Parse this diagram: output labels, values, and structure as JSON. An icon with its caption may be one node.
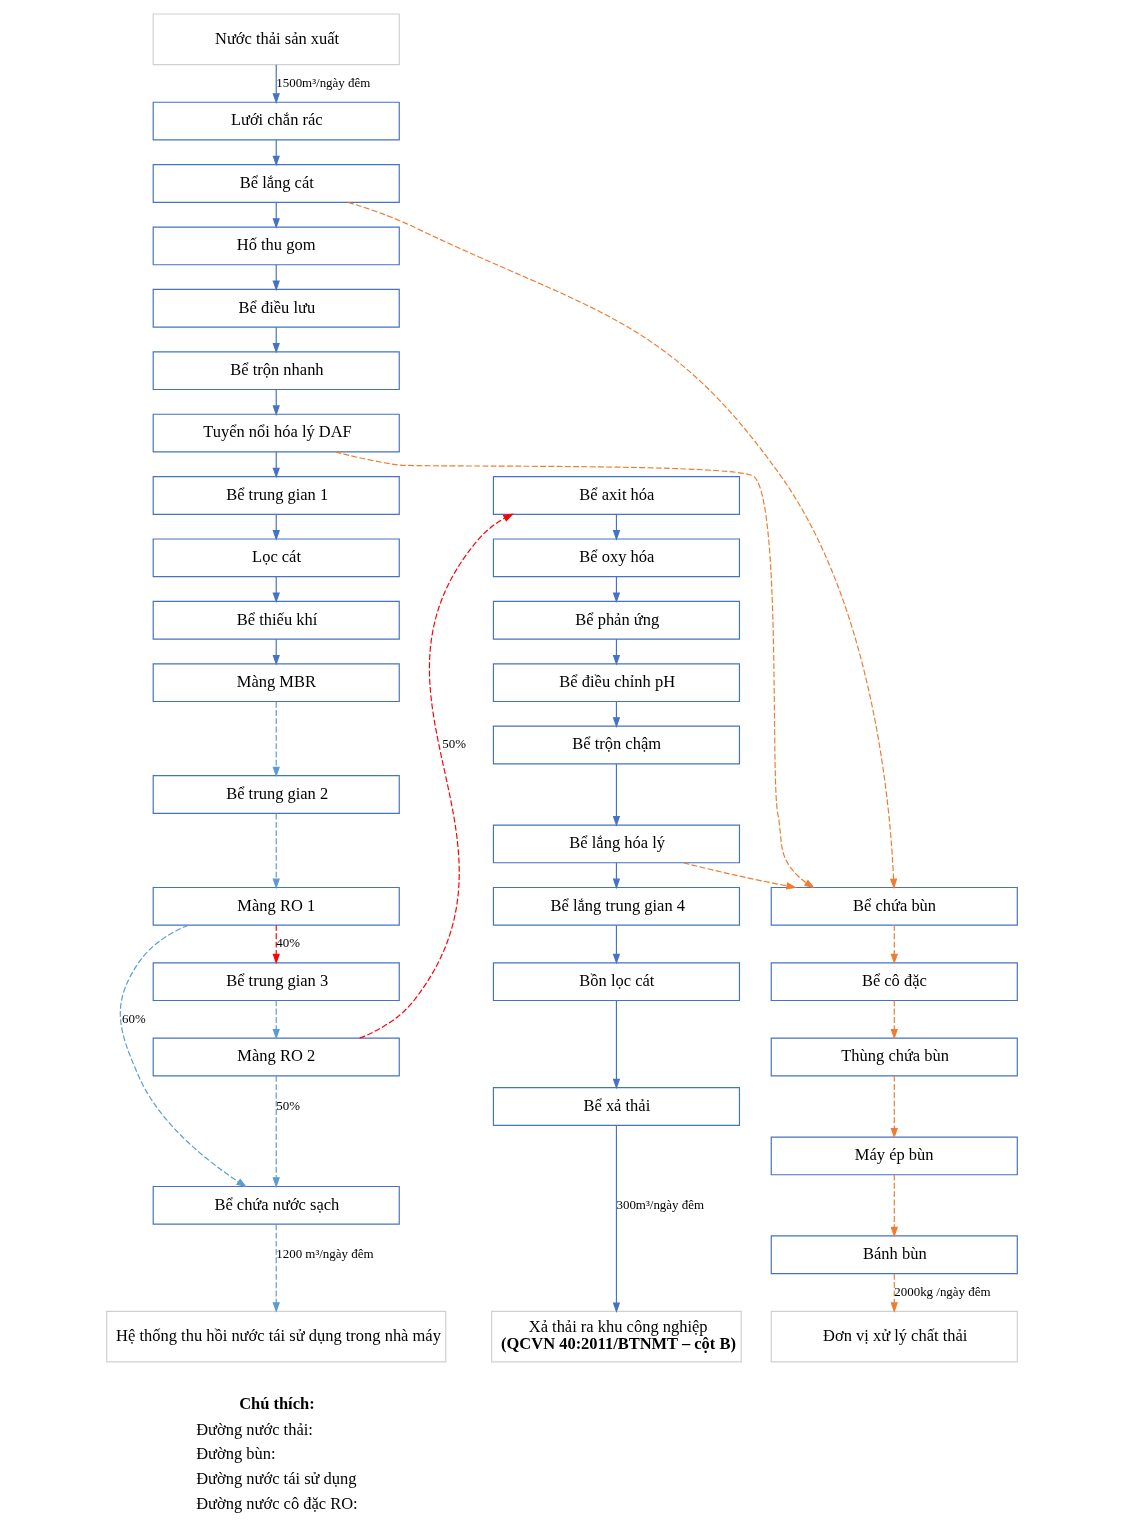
{
  "diagram": {
    "nodes": [
      {
        "text": [
          "Nước thải sản xuất"
        ]
      },
      {
        "text": [
          "Lưới chắn rác"
        ]
      },
      {
        "text": [
          "Bể lắng cát"
        ]
      },
      {
        "text": [
          "Hố thu gom"
        ]
      },
      {
        "text": [
          "Bể điều lưu"
        ]
      },
      {
        "text": [
          "Bể trộn nhanh"
        ]
      },
      {
        "text": [
          "Tuyển nổi hóa lý DAF"
        ]
      },
      {
        "text": [
          "Bể trung gian 1"
        ]
      },
      {
        "text": [
          "Lọc cát"
        ]
      },
      {
        "text": [
          "Bể thiếu khí"
        ]
      },
      {
        "text": [
          "Màng MBR"
        ]
      },
      {
        "text": [
          "Bể trung gian 2"
        ]
      },
      {
        "text": [
          "Màng RO 1"
        ]
      },
      {
        "text": [
          "Bể trung gian 3"
        ]
      },
      {
        "text": [
          "Màng RO 2"
        ]
      },
      {
        "text": [
          "Bể chứa nước sạch"
        ]
      },
      {
        "text": [
          "Hệ thống thu hồi nước tái sử dụng trong nhà máy"
        ]
      },
      {
        "text": [
          "Bể axit hóa"
        ]
      },
      {
        "text": [
          "Bể oxy hóa"
        ]
      },
      {
        "text": [
          "Bể phản ứng"
        ]
      },
      {
        "text": [
          "Bể điều chỉnh pH"
        ]
      },
      {
        "text": [
          "Bể trộn chậm"
        ]
      },
      {
        "text": [
          "Bể lắng hóa lý"
        ]
      },
      {
        "text": [
          "Bể lắng trung gian 4"
        ]
      },
      {
        "text": [
          "Bồn lọc cát"
        ]
      },
      {
        "text": [
          "Bể xả thải"
        ]
      },
      {
        "text": [
          "Xả thải ra khu công nghiệp",
          "(QCVN 40:2011/BTNMT – cột B)"
        ]
      },
      {
        "text": [
          "Bể chứa bùn"
        ]
      },
      {
        "text": [
          "Bể cô đặc"
        ]
      },
      {
        "text": [
          "Thùng chứa bùn"
        ]
      },
      {
        "text": [
          "Máy ép bùn"
        ]
      },
      {
        "text": [
          "Bánh bùn"
        ]
      },
      {
        "text": [
          "Đơn vị xử lý chất thải"
        ]
      }
    ],
    "edges": [
      {
        "from": 0,
        "to": 1,
        "arrow": "to",
        "label": "1500m³/ngày đêm"
      },
      {
        "from": 1,
        "to": 2,
        "arrow": "to"
      },
      {
        "from": 2,
        "to": 3,
        "arrow": "to"
      },
      {
        "from": 3,
        "to": 4,
        "arrow": "to"
      },
      {
        "from": 4,
        "to": 5,
        "arrow": "to"
      },
      {
        "from": 5,
        "to": 6,
        "arrow": "to"
      },
      {
        "from": 6,
        "to": 7,
        "arrow": "to"
      },
      {
        "from": 7,
        "to": 8,
        "arrow": "to"
      },
      {
        "from": 8,
        "to": 9,
        "arrow": "to"
      },
      {
        "from": 9,
        "to": 10,
        "arrow": "to"
      },
      {
        "from": 10,
        "to": 11,
        "arrow": "to",
        "style": "dashed",
        "color": "#5b9bd5"
      },
      {
        "from": 11,
        "to": 12,
        "arrow": "to",
        "style": "dashed",
        "color": "#5b9bd5"
      },
      {
        "from": 12,
        "to": 13,
        "arrow": "to",
        "label": "40%",
        "style": "dashed",
        "color": "#ff0000"
      },
      {
        "from": 13,
        "to": 14,
        "arrow": "to",
        "style": "dashed",
        "color": "#5b9bd5"
      },
      {
        "from": 14,
        "to": 15,
        "arrow": "to",
        "label": "50%",
        "style": "dashed",
        "color": "#5b9bd5"
      },
      {
        "from": 12,
        "to": 15,
        "arrow": "to",
        "label": "60%",
        "style": "dashed",
        "color": "#5b9bd5"
      },
      {
        "from": 14,
        "to": 17,
        "arrow": "to",
        "label": "50%",
        "style": "dashed",
        "color": "#ff0000"
      },
      {
        "from": 15,
        "to": 16,
        "arrow": "to",
        "label": "1200 m³/ngày đêm",
        "style": "dashed",
        "color": "#5b9bd5"
      },
      {
        "from": 17,
        "to": 18,
        "arrow": "to"
      },
      {
        "from": 18,
        "to": 19,
        "arrow": "to"
      },
      {
        "from": 19,
        "to": 20,
        "arrow": "to"
      },
      {
        "from": 20,
        "to": 21,
        "arrow": "to"
      },
      {
        "from": 21,
        "to": 22,
        "arrow": "to"
      },
      {
        "from": 22,
        "to": 23,
        "arrow": "to"
      },
      {
        "from": 23,
        "to": 24,
        "arrow": "to"
      },
      {
        "from": 24,
        "to": 25,
        "arrow": "to"
      },
      {
        "from": 25,
        "to": 26,
        "arrow": "to",
        "label": "300m³/ngày đêm"
      },
      {
        "from": 2,
        "to": 27,
        "arrow": "to",
        "style": "dashed",
        "color": "#ed7d31"
      },
      {
        "from": 6,
        "to": 27,
        "arrow": "to",
        "style": "dashed",
        "color": "#ed7d31"
      },
      {
        "from": 22,
        "to": 27,
        "arrow": "to",
        "style": "dashed",
        "color": "#ed7d31"
      },
      {
        "from": 27,
        "to": 28,
        "arrow": "to",
        "style": "dashed",
        "color": "#ed7d31"
      },
      {
        "from": 28,
        "to": 29,
        "arrow": "to",
        "style": "dashed",
        "color": "#ed7d31"
      },
      {
        "from": 29,
        "to": 30,
        "arrow": "to",
        "style": "dashed",
        "color": "#ed7d31"
      },
      {
        "from": 30,
        "to": 31,
        "arrow": "to",
        "style": "dashed",
        "color": "#ed7d31"
      },
      {
        "from": 31,
        "to": 32,
        "arrow": "to",
        "label": "2000kg /ngày đêm",
        "style": "dashed",
        "color": "#ed7d31"
      }
    ],
    "labels": [
      "Chú thích:"
    ],
    "legend": [
      {
        "text": "Đường nước thải:"
      },
      {
        "text": "Đường bùn:"
      },
      {
        "text": "Đường nước tái sử dụng"
      },
      {
        "text": "Đường nước cô đặc RO:"
      }
    ]
  }
}
